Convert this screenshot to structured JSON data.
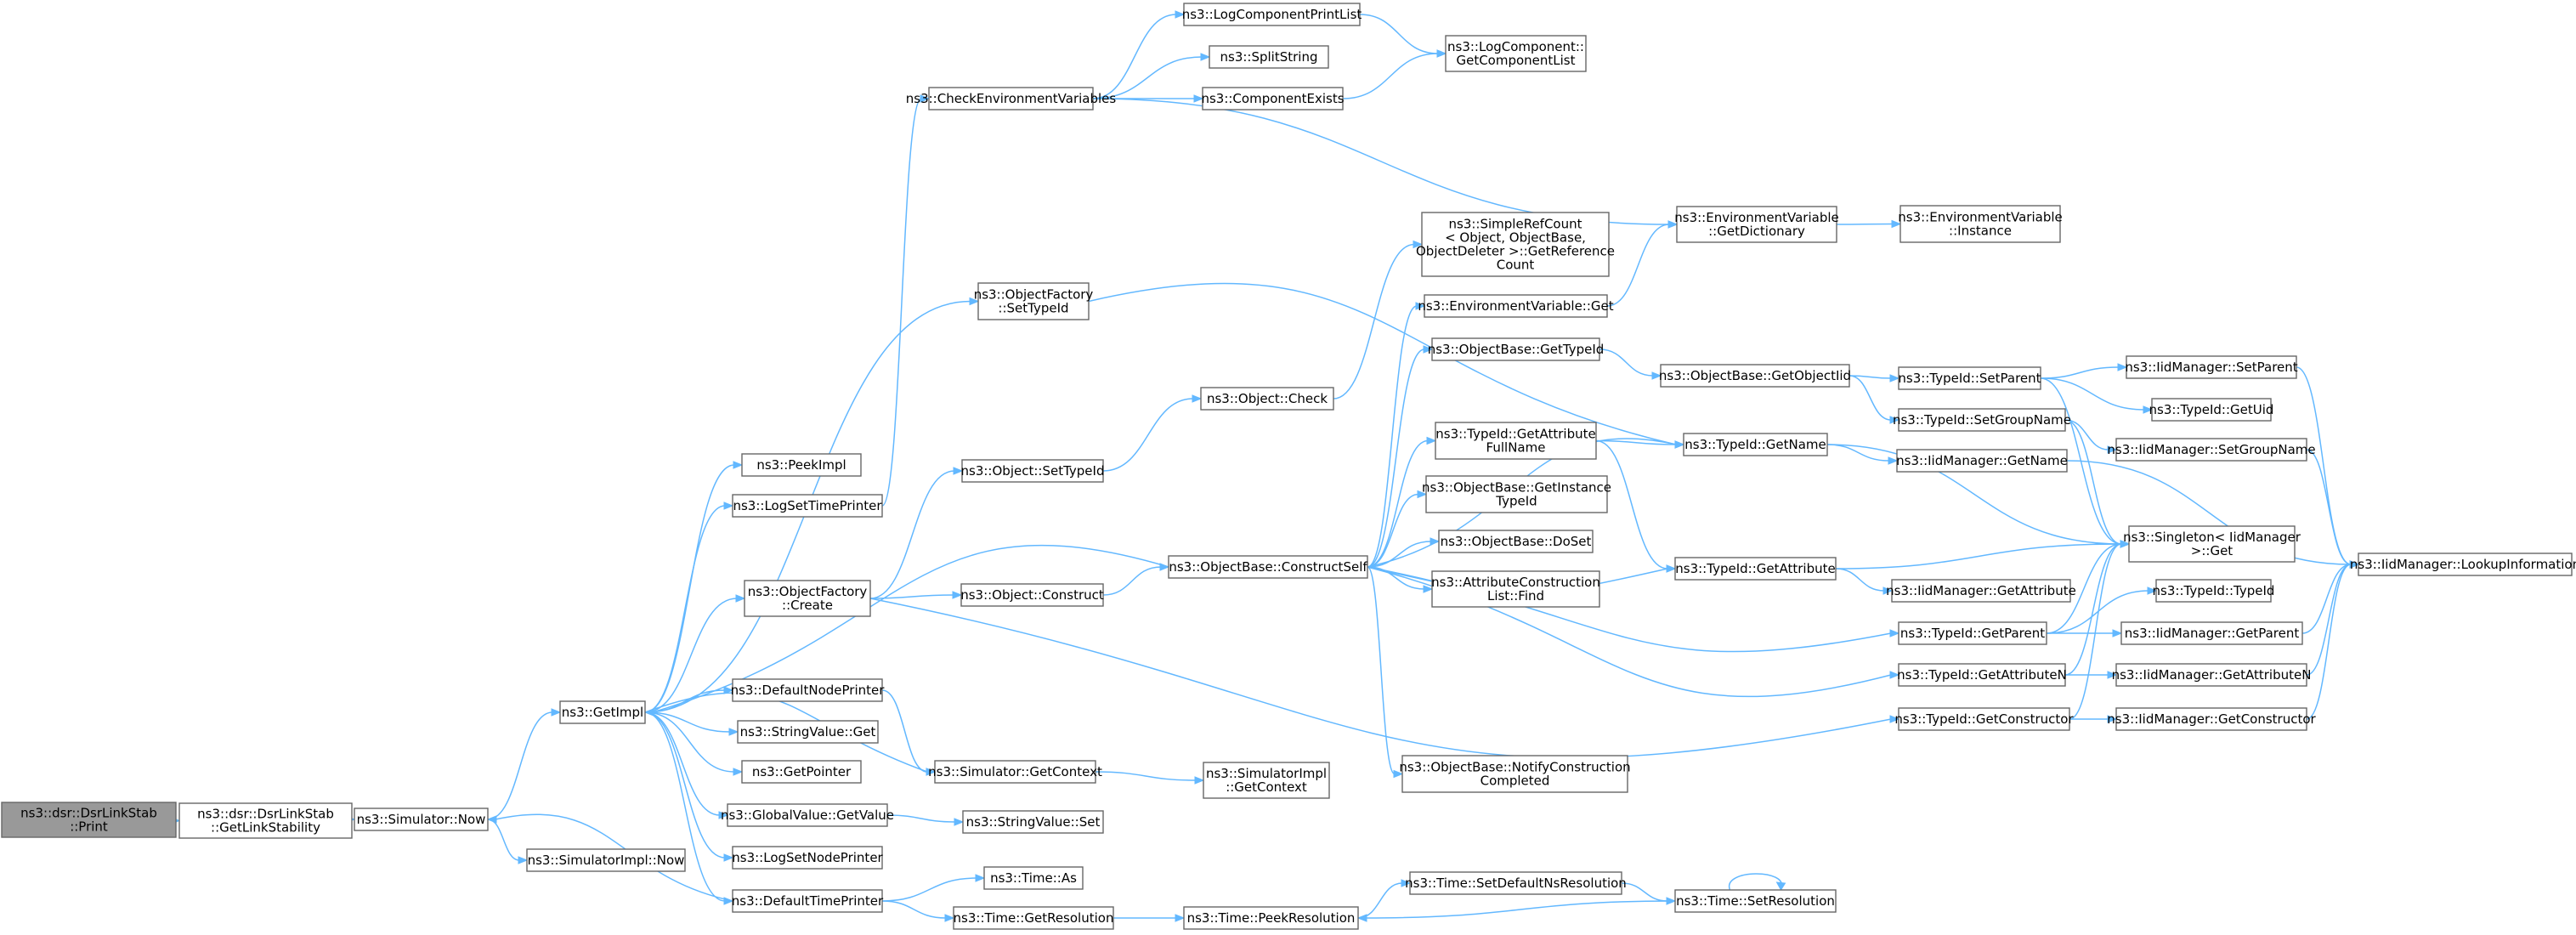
{
  "graph": {
    "nodes": [
      {
        "id": "dsrlinkstab_print",
        "lines": [
          "ns3::dsr::DsrLinkStab",
          "::Print"
        ],
        "root": true
      },
      {
        "id": "getlinkstability",
        "lines": [
          "ns3::dsr::DsrLinkStab",
          "::GetLinkStability"
        ]
      },
      {
        "id": "simulator_now",
        "lines": [
          "ns3::Simulator::Now"
        ]
      },
      {
        "id": "simulatorimpl_now",
        "lines": [
          "ns3::SimulatorImpl::Now"
        ]
      },
      {
        "id": "getimpl",
        "lines": [
          "ns3::GetImpl"
        ]
      },
      {
        "id": "peekimpl",
        "lines": [
          "ns3::PeekImpl"
        ]
      },
      {
        "id": "logsettimeprinter",
        "lines": [
          "ns3::LogSetTimePrinter"
        ]
      },
      {
        "id": "objectfactory_create",
        "lines": [
          "ns3::ObjectFactory",
          "::Create"
        ]
      },
      {
        "id": "defaultnodeprinter",
        "lines": [
          "ns3::DefaultNodePrinter"
        ]
      },
      {
        "id": "stringvalue_get",
        "lines": [
          "ns3::StringValue::Get"
        ]
      },
      {
        "id": "getpointer",
        "lines": [
          "ns3::GetPointer"
        ]
      },
      {
        "id": "globalvalue_getvalue",
        "lines": [
          "ns3::GlobalValue::GetValue"
        ]
      },
      {
        "id": "logsetnodeprinter",
        "lines": [
          "ns3::LogSetNodePrinter"
        ]
      },
      {
        "id": "defaulttimeprinter",
        "lines": [
          "ns3::DefaultTimePrinter"
        ]
      },
      {
        "id": "checkenvvars",
        "lines": [
          "ns3::CheckEnvironmentVariables"
        ]
      },
      {
        "id": "logcomponentprintlist",
        "lines": [
          "ns3::LogComponentPrintList"
        ]
      },
      {
        "id": "splitstring",
        "lines": [
          "ns3::SplitString"
        ]
      },
      {
        "id": "componentexists",
        "lines": [
          "ns3::ComponentExists"
        ]
      },
      {
        "id": "logcomponent_getlist",
        "lines": [
          "ns3::LogComponent::",
          "GetComponentList"
        ]
      },
      {
        "id": "objectfactory_settypeid",
        "lines": [
          "ns3::ObjectFactory",
          "::SetTypeId"
        ]
      },
      {
        "id": "object_settypeid",
        "lines": [
          "ns3::Object::SetTypeId"
        ]
      },
      {
        "id": "object_construct",
        "lines": [
          "ns3::Object::Construct"
        ]
      },
      {
        "id": "object_check",
        "lines": [
          "ns3::Object::Check"
        ]
      },
      {
        "id": "simulator_getcontext",
        "lines": [
          "ns3::Simulator::GetContext"
        ]
      },
      {
        "id": "stringvalue_set",
        "lines": [
          "ns3::StringValue::Set"
        ]
      },
      {
        "id": "time_as",
        "lines": [
          "ns3::Time::As"
        ]
      },
      {
        "id": "time_getresolution",
        "lines": [
          "ns3::Time::GetResolution"
        ]
      },
      {
        "id": "time_peekresolution",
        "lines": [
          "ns3::Time::PeekResolution"
        ]
      },
      {
        "id": "simulatorimpl_getcontext",
        "lines": [
          "ns3::SimulatorImpl",
          "::GetContext"
        ]
      },
      {
        "id": "objectbase_constructself",
        "lines": [
          "ns3::ObjectBase::ConstructSelf"
        ]
      },
      {
        "id": "simplerefcount",
        "lines": [
          "ns3::SimpleRefCount",
          "< Object, ObjectBase,",
          "ObjectDeleter >::GetReference",
          "Count"
        ]
      },
      {
        "id": "envvar_get",
        "lines": [
          "ns3::EnvironmentVariable::Get"
        ]
      },
      {
        "id": "objectbase_gettypeid",
        "lines": [
          "ns3::ObjectBase::GetTypeId"
        ]
      },
      {
        "id": "typeid_getattributefullname",
        "lines": [
          "ns3::TypeId::GetAttribute",
          "FullName"
        ]
      },
      {
        "id": "objectbase_getinstancetypeid",
        "lines": [
          "ns3::ObjectBase::GetInstance",
          "TypeId"
        ]
      },
      {
        "id": "objectbase_doset",
        "lines": [
          "ns3::ObjectBase::DoSet"
        ]
      },
      {
        "id": "attrconstrlist_find",
        "lines": [
          "ns3::AttributeConstruction",
          "List::Find"
        ]
      },
      {
        "id": "objectbase_notifyconstruction",
        "lines": [
          "ns3::ObjectBase::NotifyConstruction",
          "Completed"
        ]
      },
      {
        "id": "time_setdefaultnsresolution",
        "lines": [
          "ns3::Time::SetDefaultNsResolution"
        ]
      },
      {
        "id": "envvar_getdictionary",
        "lines": [
          "ns3::EnvironmentVariable",
          "::GetDictionary"
        ]
      },
      {
        "id": "objectbase_getobjectiid",
        "lines": [
          "ns3::ObjectBase::GetObjectIid"
        ]
      },
      {
        "id": "typeid_getname",
        "lines": [
          "ns3::TypeId::GetName"
        ]
      },
      {
        "id": "typeid_getattribute",
        "lines": [
          "ns3::TypeId::GetAttribute"
        ]
      },
      {
        "id": "time_setresolution",
        "lines": [
          "ns3::Time::SetResolution"
        ]
      },
      {
        "id": "envvar_instance",
        "lines": [
          "ns3::EnvironmentVariable",
          "::Instance"
        ]
      },
      {
        "id": "typeid_setparent",
        "lines": [
          "ns3::TypeId::SetParent"
        ]
      },
      {
        "id": "typeid_setgroupname",
        "lines": [
          "ns3::TypeId::SetGroupName"
        ]
      },
      {
        "id": "iidmanager_getname",
        "lines": [
          "ns3::IidManager::GetName"
        ]
      },
      {
        "id": "iidmanager_getattribute",
        "lines": [
          "ns3::IidManager::GetAttribute"
        ]
      },
      {
        "id": "typeid_getparent",
        "lines": [
          "ns3::TypeId::GetParent"
        ]
      },
      {
        "id": "typeid_getattributen",
        "lines": [
          "ns3::TypeId::GetAttributeN"
        ]
      },
      {
        "id": "typeid_getconstructor",
        "lines": [
          "ns3::TypeId::GetConstructor"
        ]
      },
      {
        "id": "iidmanager_setparent",
        "lines": [
          "ns3::IidManager::SetParent"
        ]
      },
      {
        "id": "typeid_getuid",
        "lines": [
          "ns3::TypeId::GetUid"
        ]
      },
      {
        "id": "iidmanager_setgroupname",
        "lines": [
          "ns3::IidManager::SetGroupName"
        ]
      },
      {
        "id": "singleton_get",
        "lines": [
          "ns3::Singleton< IidManager",
          ">::Get"
        ]
      },
      {
        "id": "typeid_typeid",
        "lines": [
          "ns3::TypeId::TypeId"
        ]
      },
      {
        "id": "iidmanager_getparent",
        "lines": [
          "ns3::IidManager::GetParent"
        ]
      },
      {
        "id": "iidmanager_getattributen",
        "lines": [
          "ns3::IidManager::GetAttributeN"
        ]
      },
      {
        "id": "iidmanager_getconstructor",
        "lines": [
          "ns3::IidManager::GetConstructor"
        ]
      },
      {
        "id": "iidmanager_lookupinformation",
        "lines": [
          "ns3::IidManager::LookupInformation"
        ]
      }
    ],
    "colors": {
      "edge": "#63b8ff",
      "node_border": "#666666",
      "root_fill": "#999999",
      "node_fill": "#ffffff"
    }
  }
}
